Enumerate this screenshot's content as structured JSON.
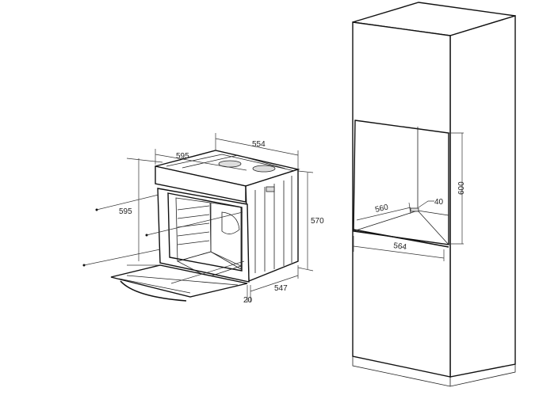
{
  "oven": {
    "dimensions": {
      "front_width": "595",
      "body_depth_top": "554",
      "front_height": "595",
      "body_height": "570",
      "body_depth_side": "547",
      "front_thickness": "20"
    }
  },
  "cabinet": {
    "dimensions": {
      "niche_depth": "560",
      "vent_gap": "40",
      "niche_height": "600",
      "niche_width": "564"
    }
  }
}
